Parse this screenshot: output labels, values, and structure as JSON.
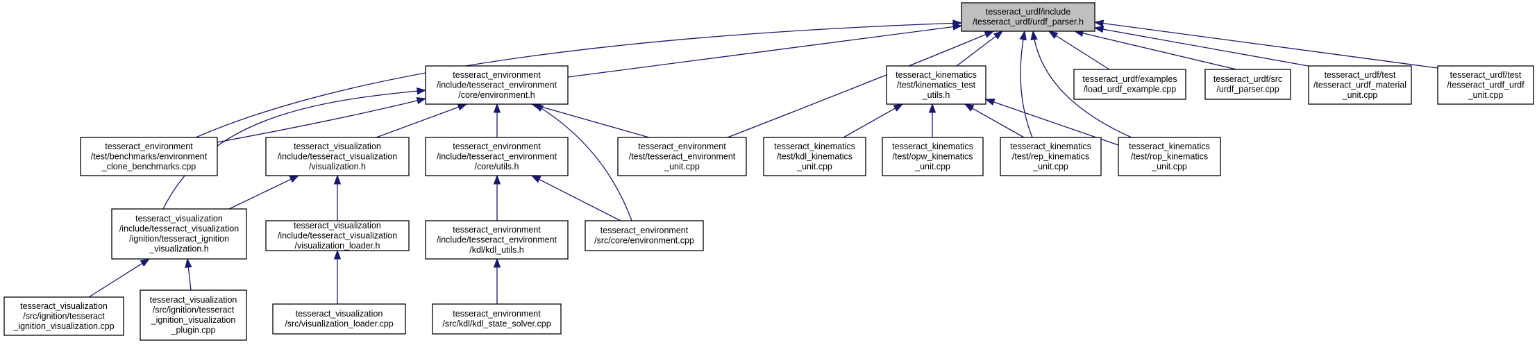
{
  "diagram": {
    "nodes": [
      {
        "id": "root",
        "lines": [
          "tesseract_urdf/include",
          "/tesseract_urdf/urdf_parser.h"
        ]
      },
      {
        "id": "env_h",
        "lines": [
          "tesseract_environment",
          "/include/tesseract_environment",
          "/core/environment.h"
        ]
      },
      {
        "id": "kin_utils",
        "lines": [
          "tesseract_kinematics",
          "/test/kinematics_test",
          "_utils.h"
        ]
      },
      {
        "id": "load_example",
        "lines": [
          "tesseract_urdf/examples",
          "/load_urdf_example.cpp"
        ]
      },
      {
        "id": "urdf_parser_cpp",
        "lines": [
          "tesseract_urdf/src",
          "/urdf_parser.cpp"
        ]
      },
      {
        "id": "material_unit",
        "lines": [
          "tesseract_urdf/test",
          "/tesseract_urdf_material",
          "_unit.cpp"
        ]
      },
      {
        "id": "urdf_unit",
        "lines": [
          "tesseract_urdf/test",
          "/tesseract_urdf_urdf",
          "_unit.cpp"
        ]
      },
      {
        "id": "clone_bench",
        "lines": [
          "tesseract_environment",
          "/test/benchmarks/environment",
          "_clone_benchmarks.cpp"
        ]
      },
      {
        "id": "vis_h",
        "lines": [
          "tesseract_visualization",
          "/include/tesseract_visualization",
          "/visualization.h"
        ]
      },
      {
        "id": "utils_h",
        "lines": [
          "tesseract_environment",
          "/include/tesseract_environment",
          "/core/utils.h"
        ]
      },
      {
        "id": "env_unit",
        "lines": [
          "tesseract_environment",
          "/test/tesseract_environment",
          "_unit.cpp"
        ]
      },
      {
        "id": "kdl_kin_unit",
        "lines": [
          "tesseract_kinematics",
          "/test/kdl_kinematics",
          "_unit.cpp"
        ]
      },
      {
        "id": "opw_kin_unit",
        "lines": [
          "tesseract_kinematics",
          "/test/opw_kinematics",
          "_unit.cpp"
        ]
      },
      {
        "id": "rep_kin_unit",
        "lines": [
          "tesseract_kinematics",
          "/test/rep_kinematics",
          "_unit.cpp"
        ]
      },
      {
        "id": "rop_kin_unit",
        "lines": [
          "tesseract_kinematics",
          "/test/rop_kinematics",
          "_unit.cpp"
        ]
      },
      {
        "id": "ign_vis_h",
        "lines": [
          "tesseract_visualization",
          "/include/tesseract_visualization",
          "/ignition/tesseract_ignition",
          "_visualization.h"
        ]
      },
      {
        "id": "vis_loader_h",
        "lines": [
          "tesseract_visualization",
          "/include/tesseract_visualization",
          "/visualization_loader.h"
        ]
      },
      {
        "id": "kdl_utils_h",
        "lines": [
          "tesseract_environment",
          "/include/tesseract_environment",
          "/kdl/kdl_utils.h"
        ]
      },
      {
        "id": "env_cpp",
        "lines": [
          "tesseract_environment",
          "/src/core/environment.cpp"
        ]
      },
      {
        "id": "ign_vis_cpp",
        "lines": [
          "tesseract_visualization",
          "/src/ignition/tesseract",
          "_ignition_visualization.cpp"
        ]
      },
      {
        "id": "ign_plugin_cpp",
        "lines": [
          "tesseract_visualization",
          "/src/ignition/tesseract",
          "_ignition_visualization",
          "_plugin.cpp"
        ]
      },
      {
        "id": "vis_loader_cpp",
        "lines": [
          "tesseract_visualization",
          "/src/visualization_loader.cpp"
        ]
      },
      {
        "id": "kdl_state_solver",
        "lines": [
          "tesseract_environment",
          "/src/kdl/kdl_state_solver.cpp"
        ]
      }
    ],
    "edges": [
      {
        "from": "env_h",
        "to": "root"
      },
      {
        "from": "kin_utils",
        "to": "root"
      },
      {
        "from": "load_example",
        "to": "root"
      },
      {
        "from": "urdf_parser_cpp",
        "to": "root"
      },
      {
        "from": "material_unit",
        "to": "root"
      },
      {
        "from": "urdf_unit",
        "to": "root"
      },
      {
        "from": "clone_bench",
        "to": "root"
      },
      {
        "from": "env_unit",
        "to": "root"
      },
      {
        "from": "rep_kin_unit",
        "to": "root"
      },
      {
        "from": "rop_kin_unit",
        "to": "root"
      },
      {
        "from": "clone_bench",
        "to": "env_h"
      },
      {
        "from": "vis_h",
        "to": "env_h"
      },
      {
        "from": "utils_h",
        "to": "env_h"
      },
      {
        "from": "env_unit",
        "to": "env_h"
      },
      {
        "from": "env_cpp",
        "to": "env_h"
      },
      {
        "from": "ign_vis_h",
        "to": "env_h"
      },
      {
        "from": "kdl_kin_unit",
        "to": "kin_utils"
      },
      {
        "from": "opw_kin_unit",
        "to": "kin_utils"
      },
      {
        "from": "rep_kin_unit",
        "to": "kin_utils"
      },
      {
        "from": "rop_kin_unit",
        "to": "kin_utils"
      },
      {
        "from": "ign_vis_h",
        "to": "vis_h"
      },
      {
        "from": "vis_loader_h",
        "to": "vis_h"
      },
      {
        "from": "kdl_utils_h",
        "to": "utils_h"
      },
      {
        "from": "env_cpp",
        "to": "utils_h"
      },
      {
        "from": "ign_vis_cpp",
        "to": "ign_vis_h"
      },
      {
        "from": "ign_plugin_cpp",
        "to": "ign_vis_h"
      },
      {
        "from": "vis_loader_cpp",
        "to": "vis_loader_h"
      },
      {
        "from": "kdl_state_solver",
        "to": "kdl_utils_h"
      }
    ]
  }
}
